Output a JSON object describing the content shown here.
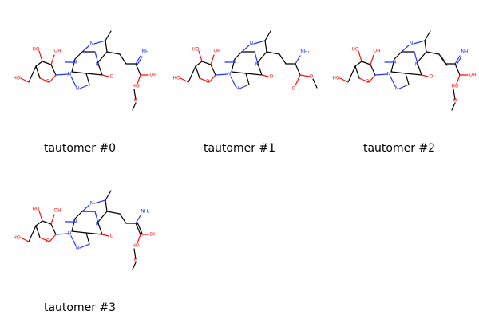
{
  "colors": {
    "carbon": "#000000",
    "nitrogen": "#2233ff",
    "oxygen": "#ff0d0d",
    "background": "#ffffff"
  },
  "cells": [
    {
      "caption": "tautomer #0",
      "variant": "imine_diol"
    },
    {
      "caption": "tautomer #1",
      "variant": "amino_ester"
    },
    {
      "caption": "tautomer #2",
      "variant": "ene_imine_diol"
    },
    {
      "caption": "tautomer #3",
      "variant": "enamine_diol"
    }
  ]
}
